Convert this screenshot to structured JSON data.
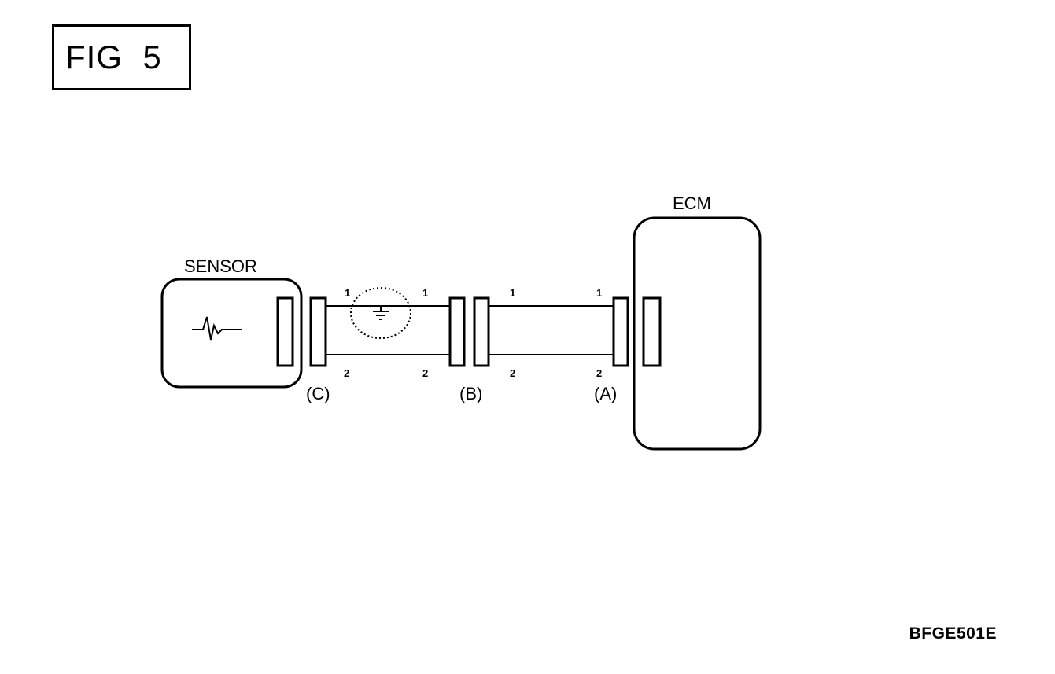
{
  "figure": {
    "title": "FIG  5",
    "reference_code": "BFGE501E"
  },
  "components": {
    "sensor_label": "SENSOR",
    "ecm_label": "ECM"
  },
  "connectors": {
    "c_label": "(C)",
    "b_label": "(B)",
    "a_label": "(A)"
  },
  "pins": {
    "pin1": "1",
    "pin2": "2"
  }
}
